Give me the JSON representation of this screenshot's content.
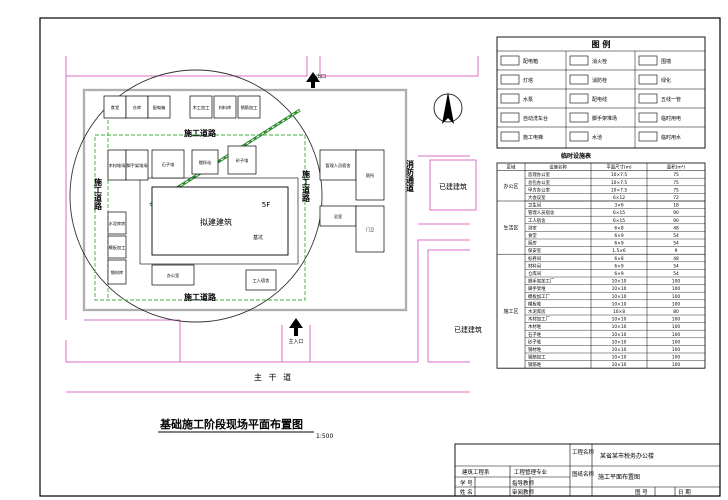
{
  "drawing": {
    "title": "基础施工阶段现场平面布置图",
    "scale": "1:500",
    "main_road": "主 干 道",
    "entrance_top": "出口",
    "entrance_bottom": "主入口",
    "building": "拟建建筑",
    "floors": "5F",
    "building_note": "基坑",
    "existing_building": "已建建筑",
    "roads": {
      "top": "施工道路",
      "bottom": "施工道路",
      "left": "施工道路",
      "right": "施工道路",
      "fire": "消防通道"
    },
    "facilities": [
      {
        "label": "食堂"
      },
      {
        "label": "仓库"
      },
      {
        "label": "配电箱"
      },
      {
        "label": "木工加工"
      },
      {
        "label": "材料库"
      },
      {
        "label": "钢筋加工"
      },
      {
        "label": "木材堆场"
      },
      {
        "label": "脚手架堆场"
      },
      {
        "label": "搅拌站"
      },
      {
        "label": "石子堆"
      },
      {
        "label": "砂子堆"
      },
      {
        "label": "水泥库房"
      },
      {
        "label": "模板加工"
      },
      {
        "label": "钢材库"
      },
      {
        "label": "办公室"
      },
      {
        "label": "工人宿舍"
      },
      {
        "label": "管理人员宿舍"
      },
      {
        "label": "厕所"
      },
      {
        "label": "浴室"
      },
      {
        "label": "门卫"
      }
    ]
  },
  "legend": {
    "title": "图 例",
    "items": [
      {
        "label": "配电箱"
      },
      {
        "label": "消火栓"
      },
      {
        "label": "围墙"
      },
      {
        "label": "灯塔"
      },
      {
        "label": "消防栓"
      },
      {
        "label": "绿化"
      },
      {
        "label": "水泵"
      },
      {
        "label": "配电线"
      },
      {
        "label": "五线一管"
      },
      {
        "label": "自动洗车台"
      },
      {
        "label": "脚手架堆场"
      },
      {
        "label": "临时用电"
      },
      {
        "label": "施工电梯"
      },
      {
        "label": "水池"
      },
      {
        "label": "临时用水"
      }
    ]
  },
  "facility_table": {
    "title": "临时设施表",
    "headers": [
      "区域",
      "设施名称",
      "平面尺寸(m)",
      "面积(m²)"
    ],
    "groups": [
      {
        "area": "办公区",
        "rows": [
          [
            "监理办公室",
            "10×7.5",
            "75"
          ],
          [
            "总包办公室",
            "10×7.5",
            "75"
          ],
          [
            "甲方办公室",
            "10×7.5",
            "75"
          ],
          [
            "大会议室",
            "6×12",
            "72"
          ]
        ]
      },
      {
        "area": "生活区",
        "rows": [
          [
            "卫生间",
            "3×6",
            "18"
          ],
          [
            "管理人员宿舍",
            "6×15",
            "90"
          ],
          [
            "工人宿舍",
            "6×15",
            "90"
          ],
          [
            "浴室",
            "6×8",
            "48"
          ],
          [
            "食堂",
            "6×9",
            "54"
          ],
          [
            "厨房",
            "6×9",
            "54"
          ],
          [
            "保安室",
            "1.5×6",
            "9"
          ]
        ]
      },
      {
        "area": "施工区",
        "rows": [
          [
            "标养间",
            "6×8",
            "48"
          ],
          [
            "材料间",
            "6×9",
            "54"
          ],
          [
            "仓库间",
            "6×9",
            "54"
          ],
          [
            "脚手架加工厂",
            "10×10",
            "100"
          ],
          [
            "脚手架堆",
            "10×10",
            "100"
          ],
          [
            "模板加工厂",
            "10×10",
            "100"
          ],
          [
            "模板堆",
            "10×10",
            "100"
          ],
          [
            "水泥库房",
            "10×8",
            "80"
          ],
          [
            "木材加工厂",
            "10×10",
            "100"
          ],
          [
            "木材堆",
            "10×10",
            "100"
          ],
          [
            "石子堆",
            "10×10",
            "100"
          ],
          [
            "砂子堆",
            "10×10",
            "100"
          ],
          [
            "钢材堆",
            "10×10",
            "100"
          ],
          [
            "钢筋加工",
            "10×10",
            "100"
          ],
          [
            "钢筋堆",
            "10×10",
            "100"
          ]
        ]
      }
    ]
  },
  "title_block": {
    "project_label": "工程名称",
    "project_value": "某省某市税务办公楼",
    "drawing_label": "图纸名称",
    "drawing_value": "施工平面布置图",
    "dept": "建筑工程系",
    "major": "工程管理专业",
    "student_no": "学 号",
    "instructor": "指导教师",
    "name": "姓 名",
    "reviewer": "审阅教师",
    "sheet_no": "图 号",
    "date": "日 期"
  }
}
